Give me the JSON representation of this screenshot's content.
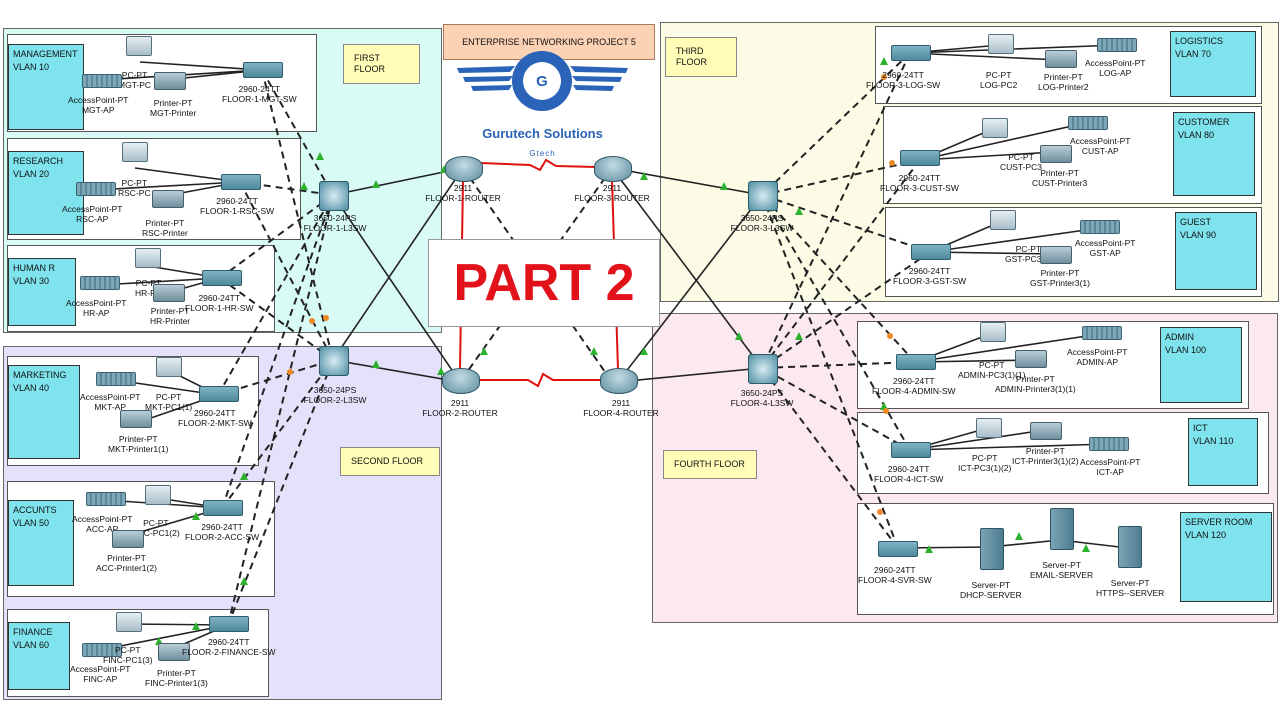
{
  "project_title": "ENTERPRISE NETWORKING PROJECT 5",
  "brand": {
    "logo_letter": "G",
    "name": "Gurutech Solutions",
    "tagline": "Gtech",
    "color": "#2a63b8"
  },
  "part_label": "PART 2",
  "part_color": "#e2121b",
  "floors": {
    "first": "FIRST FLOOR",
    "second": "SECOND FLOOR",
    "third": "THIRD FLOOR",
    "fourth": "FOURTH FLOOR"
  },
  "vlans": {
    "mgmt": [
      "MANAGEMENT",
      "VLAN 10"
    ],
    "rsc": [
      "RESEARCH",
      "VLAN 20"
    ],
    "hr": [
      "HUMAN R",
      "VLAN 30"
    ],
    "mkt": [
      "MARKETING",
      "VLAN 40"
    ],
    "acc": [
      "ACCUNTS",
      "VLAN 50"
    ],
    "fin": [
      "FINANCE",
      "VLAN 60"
    ],
    "log": [
      "LOGISTICS",
      "VLAN 70"
    ],
    "cust": [
      "CUSTOMER",
      "VLAN 80"
    ],
    "gst": [
      "GUEST",
      "VLAN 90"
    ],
    "admin": [
      "ADMIN",
      "VLAN 100"
    ],
    "ict": [
      "ICT",
      "VLAN 110"
    ],
    "srv": [
      "SERVER ROOM",
      "VLAN 120"
    ]
  },
  "routers": {
    "r1": [
      "2911",
      "FLOOR-1-ROUTER"
    ],
    "r2": [
      "2911",
      "FLOOR-2-ROUTER"
    ],
    "r3": [
      "2911",
      "FLOOR-3-ROUTER"
    ],
    "r4": [
      "2911",
      "FLOOR-4-ROUTER"
    ]
  },
  "l3switches": {
    "f1": [
      "3650-24PS",
      "FLOOR-1-L3SW"
    ],
    "f2": [
      "3650-24PS",
      "FLOOR-2-L3SW"
    ],
    "f3": [
      "3650-24PS",
      "FLOOR-3-L3SW"
    ],
    "f4": [
      "3650-24PS",
      "FLOOR-4-L3SW"
    ]
  },
  "devices": {
    "mgt_pc": [
      "PC-PT",
      "MGT-PC"
    ],
    "mgt_ap": [
      "AccessPoint-PT",
      "MGT-AP"
    ],
    "mgt_pr": [
      "Printer-PT",
      "MGT-Printer"
    ],
    "mgt_sw": [
      "2960-24TT",
      "FLOOR-1-MGT-SW"
    ],
    "rsc_pc": [
      "PC-PT",
      "RSC-PC"
    ],
    "rsc_ap": [
      "AccessPoint-PT",
      "RSC-AP"
    ],
    "rsc_pr": [
      "Printer-PT",
      "RSC-Printer"
    ],
    "rsc_sw": [
      "2960-24TT",
      "FLOOR-1-RSC-SW"
    ],
    "hr_pc": [
      "PC-PT",
      "HR-PC"
    ],
    "hr_ap": [
      "AccessPoint-PT",
      "HR-AP"
    ],
    "hr_pr": [
      "Printer-PT",
      "HR-Printer"
    ],
    "hr_sw": [
      "2960-24TT",
      "FLOOR-1-HR-SW"
    ],
    "mkt_ap": [
      "AccessPoint-PT",
      "MKT-AP"
    ],
    "mkt_pc": [
      "PC-PT",
      "MKT-PC1(1)"
    ],
    "mkt_pr": [
      "Printer-PT",
      "MKT-Printer1(1)"
    ],
    "mkt_sw": [
      "2960-24TT",
      "FLOOR-2-MKT-SW"
    ],
    "acc_ap": [
      "AccessPoint-PT",
      "ACC-AP"
    ],
    "acc_pc": [
      "PC-PT",
      "ACC-PC1(2)"
    ],
    "acc_pr": [
      "Printer-PT",
      "ACC-Printer1(2)"
    ],
    "acc_sw": [
      "2960-24TT",
      "FLOOR-2-ACC-SW"
    ],
    "fin_ap": [
      "AccessPoint-PT",
      "FINC-AP"
    ],
    "fin_pc": [
      "PC-PT",
      "FINC-PC1(3)"
    ],
    "fin_pr": [
      "Printer-PT",
      "FINC-Printer1(3)"
    ],
    "fin_sw": [
      "2960-24TT",
      "FLOOR-2-FINANCE-SW"
    ],
    "log_sw": [
      "2960-24TT",
      "FLOOR-3-LOG-SW"
    ],
    "log_pc": [
      "PC-PT",
      "LOG-PC2"
    ],
    "log_pr": [
      "Printer-PT",
      "LOG-Printer2"
    ],
    "log_ap": [
      "AccessPoint-PT",
      "LOG-AP"
    ],
    "cust_sw": [
      "2960-24TT",
      "FLOOR-3-CUST-SW"
    ],
    "cust_pc": [
      "PC-PT",
      "CUST-PC3"
    ],
    "cust_pr": [
      "Printer-PT",
      "CUST-Printer3"
    ],
    "cust_ap": [
      "AccessPoint-PT",
      "CUST-AP"
    ],
    "gst_sw": [
      "2960-24TT",
      "FLOOR-3-GST-SW"
    ],
    "gst_pc": [
      "PC-PT",
      "GST-PC3(1)"
    ],
    "gst_pr": [
      "Printer-PT",
      "GST-Printer3(1)"
    ],
    "gst_ap": [
      "AccessPoint-PT",
      "GST-AP"
    ],
    "admin_sw": [
      "2960-24TT",
      "FLOOR-4-ADMIN-SW"
    ],
    "admin_pc": [
      "PC-PT",
      "ADMIN-PC3(1)(1)"
    ],
    "admin_pr": [
      "Printer-PT",
      "ADMIN-Printer3(1)(1)"
    ],
    "admin_ap": [
      "AccessPoint-PT",
      "ADMIN-AP"
    ],
    "ict_sw": [
      "2960-24TT",
      "FLOOR-4-ICT-SW"
    ],
    "ict_pc": [
      "PC-PT",
      "ICT-PC3(1)(2)"
    ],
    "ict_pr": [
      "Printer-PT",
      "ICT-Printer3(1)(2)"
    ],
    "ict_ap": [
      "AccessPoint-PT",
      "ICT-AP"
    ],
    "svr_sw": [
      "2960-24TT",
      "FLOOR-4-SVR-SW"
    ],
    "dhcp": [
      "Server-PT",
      "DHCP-SERVER"
    ],
    "email": [
      "Server-PT",
      "EMAIL-SERVER"
    ],
    "https": [
      "Server-PT",
      "HTTPS--SERVER"
    ]
  },
  "colors": {
    "floor1": "#d9fbf6",
    "floor2": "#e4e2fb",
    "floor3": "#fbfbe6",
    "floor4": "#fbe9ef",
    "vlan_label": "#7fe3ee",
    "floor_label": "#fffdb8",
    "wan_link": "#e01010",
    "link_up": "#2db22d",
    "link_orange": "#f08a24"
  }
}
